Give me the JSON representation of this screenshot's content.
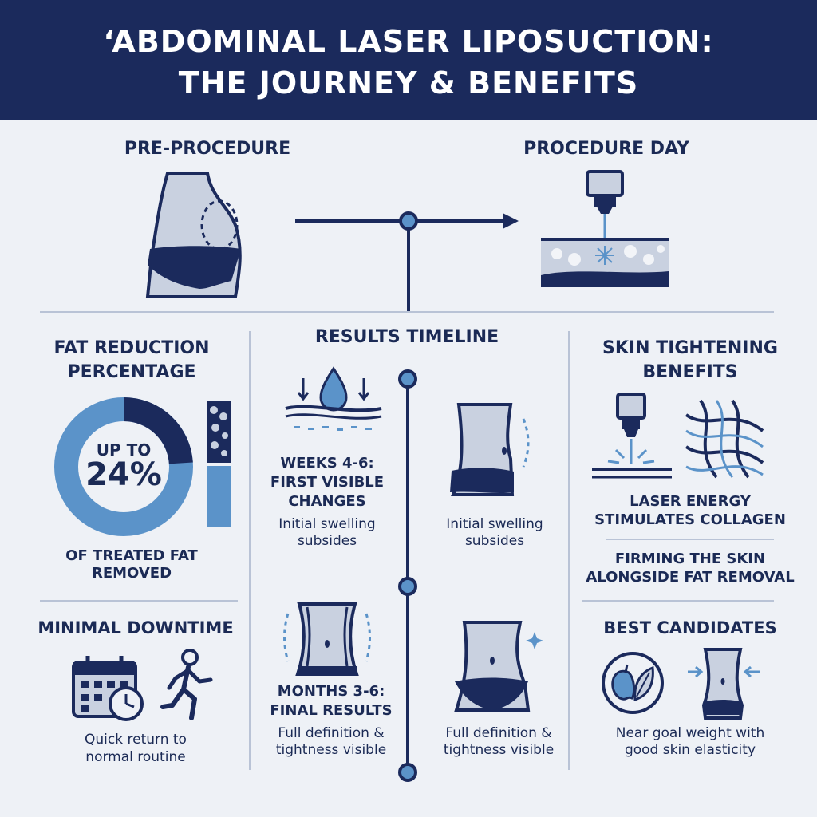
{
  "header": {
    "title_line1": "‘ABDOMINAL LASER LIPOSUCTION:",
    "title_line2": "THE JOURNEY & BENEFITS"
  },
  "sections": {
    "pre_procedure": "PRE-PROCEDURE",
    "procedure_day": "PROCEDURE DAY",
    "results_timeline": "RESULTS TIMELINE",
    "fat_reduction_line1": "FAT REDUCTION",
    "fat_reduction_line2": "PERCENTAGE",
    "skin_tightening_line1": "SKIN TIGHTENING",
    "skin_tightening_line2": "BENEFITS",
    "minimal_downtime": "MINIMAL DOWNTIME",
    "best_candidates": "BEST CANDIDATES"
  },
  "fat_reduction": {
    "prefix": "UP TO",
    "value_text": "24%",
    "percent": 24,
    "caption_line1": "OF TREATED FAT",
    "caption_line2": "REMOVED"
  },
  "timeline": {
    "weeks_title_line1": "WEEKS 4-6:",
    "weeks_title_line2": "FIRST VISIBLE",
    "weeks_title_line3": "CHANGES",
    "weeks_desc_line1": "Initial swelling",
    "weeks_desc_line2": "subsides",
    "weeks_side_desc_line1": "Initial swelling",
    "weeks_side_desc_line2": "subsides",
    "months_title_line1": "MONTHS 3-6:",
    "months_title_line2": "FINAL RESULTS",
    "months_desc_line1": "Full definition &",
    "months_desc_line2": "tightness visible",
    "months_side_desc_line1": "Full definition &",
    "months_side_desc_line2": "tightness visible"
  },
  "skin": {
    "laser_line1": "LASER ENERGY",
    "laser_line2": "STIMULATES COLLAGEN",
    "firming_line1": "FIRMING THE SKIN",
    "firming_line2": "ALONGSIDE FAT REMOVAL"
  },
  "downtime": {
    "desc_line1": "Quick return to",
    "desc_line2": "normal routine"
  },
  "candidates": {
    "desc_line1": "Near goal weight with",
    "desc_line2": "good skin elasticity"
  },
  "colors": {
    "navy": "#1b2a5c",
    "accent_blue": "#5b93c9",
    "light_gray": "#c9d1e0",
    "background": "#eef1f6"
  }
}
